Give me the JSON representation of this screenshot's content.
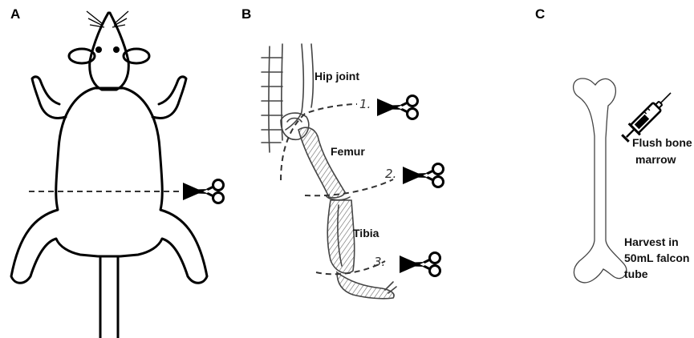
{
  "panels": {
    "a": {
      "letter": "A"
    },
    "b": {
      "letter": "B",
      "labels": {
        "hip": "Hip joint",
        "femur": "Femur",
        "tibia": "Tibia"
      },
      "steps": [
        "1.",
        "2.",
        "3."
      ]
    },
    "c": {
      "letter": "C",
      "flush_line1": "Flush bone",
      "flush_line2": "marrow",
      "harvest_line1": "Harvest in",
      "harvest_line2": "50mL falcon",
      "harvest_line3": "tube"
    }
  },
  "icons": [
    "scissors-icon",
    "syringe-icon"
  ]
}
